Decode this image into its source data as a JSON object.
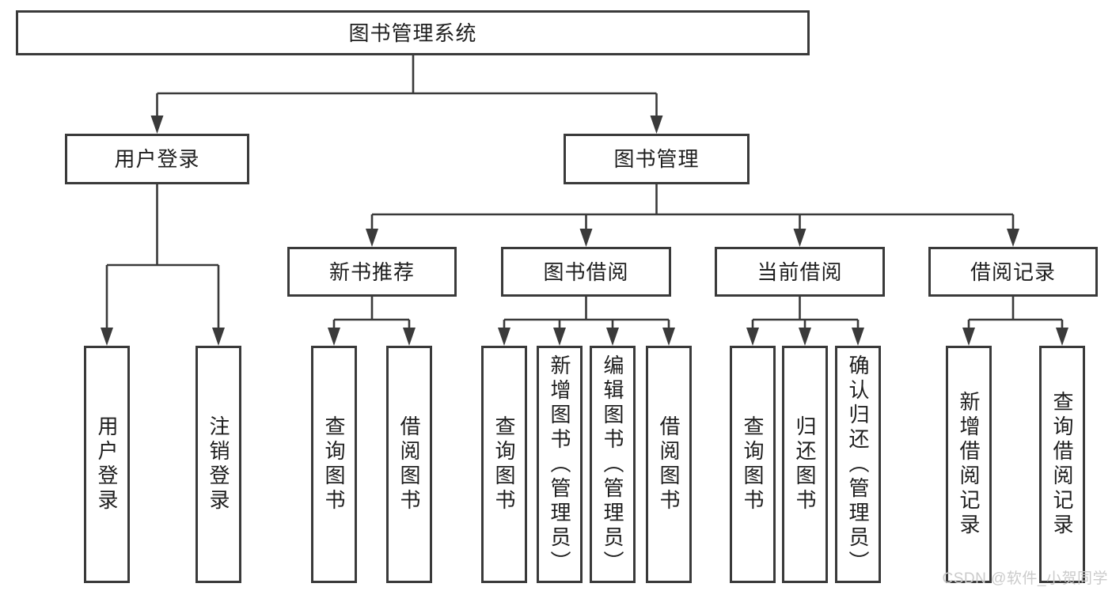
{
  "colors": {
    "line": "#3a3a3a",
    "text": "#1e1e1e",
    "box_background": "#ffffff",
    "page_background": "#ffffff",
    "watermark": "#cbcbcb"
  },
  "diagram": {
    "root": {
      "label": "图书管理系统"
    },
    "level2": {
      "login": {
        "label": "用户登录"
      },
      "manage": {
        "label": "图书管理"
      }
    },
    "level3": {
      "recommend": {
        "label": "新书推荐"
      },
      "borrow": {
        "label": "图书借阅"
      },
      "current": {
        "label": "当前借阅"
      },
      "record": {
        "label": "借阅记录"
      }
    },
    "leaves": {
      "login": [
        {
          "label": "用户登录"
        },
        {
          "label": "注销登录"
        }
      ],
      "recommend": [
        {
          "label": "查询图书"
        },
        {
          "label": "借阅图书"
        }
      ],
      "borrow": [
        {
          "label": "查询图书"
        },
        {
          "label": "新增图书（管理员）"
        },
        {
          "label": "编辑图书（管理员）"
        },
        {
          "label": "借阅图书"
        }
      ],
      "current": [
        {
          "label": "查询图书"
        },
        {
          "label": "归还图书"
        },
        {
          "label": "确认归还（管理员）"
        }
      ],
      "record": [
        {
          "label": "新增借阅记录"
        },
        {
          "label": "查询借阅记录"
        }
      ]
    }
  },
  "watermark": {
    "text": "CSDN @软件_小贺同学"
  }
}
